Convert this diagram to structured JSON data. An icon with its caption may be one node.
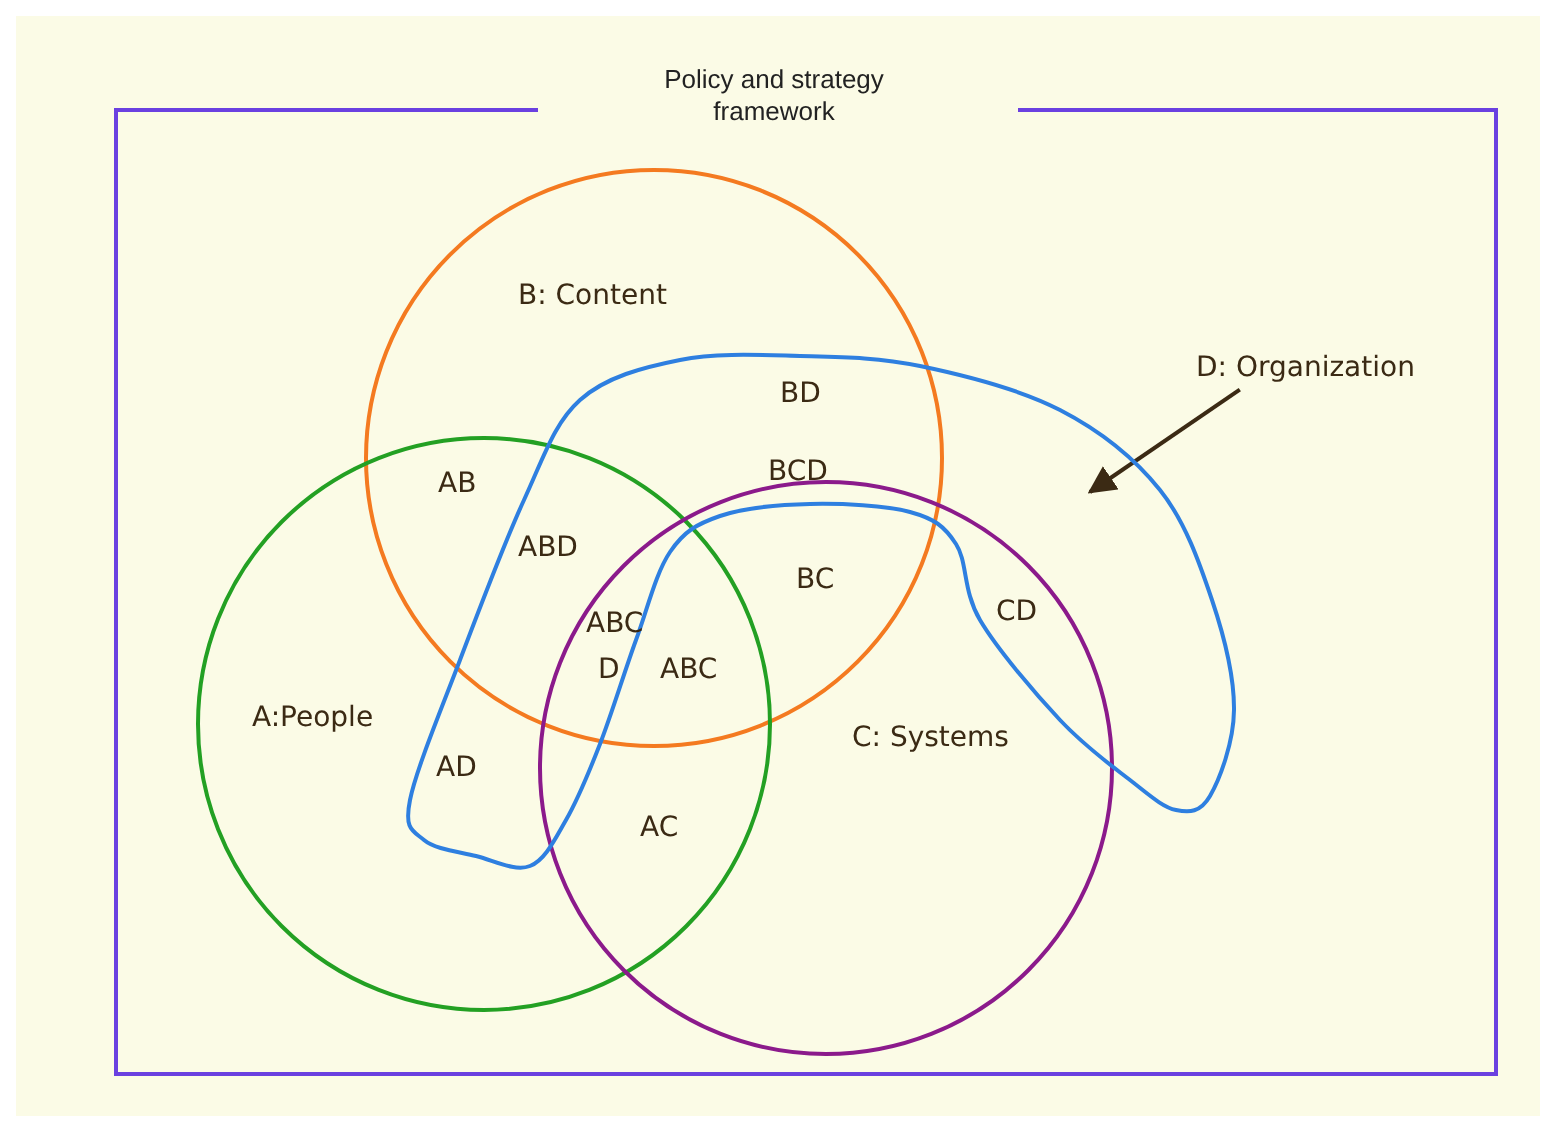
{
  "diagram": {
    "nodes": [
      {
        "text": [
          "Policy and strategy framework"
        ]
      },
      {
        "text": [
          "B: Content"
        ],
        "in": 0
      },
      {
        "text": [
          "A:People"
        ],
        "in": 0
      },
      {
        "text": [
          "C: Systems"
        ],
        "in": 0
      },
      {
        "text": [],
        "shape": "loop",
        "in": 0
      },
      {
        "text": [
          "D: Organization"
        ],
        "in": 0
      }
    ],
    "edges": [
      {
        "from": 5,
        "to": 4,
        "arrow": "to"
      }
    ],
    "labels": [
      "BD",
      "BCD",
      "AB",
      "ABD",
      "BC",
      "ABC",
      "CD",
      "D",
      "ABC",
      "AD",
      "AC"
    ]
  }
}
